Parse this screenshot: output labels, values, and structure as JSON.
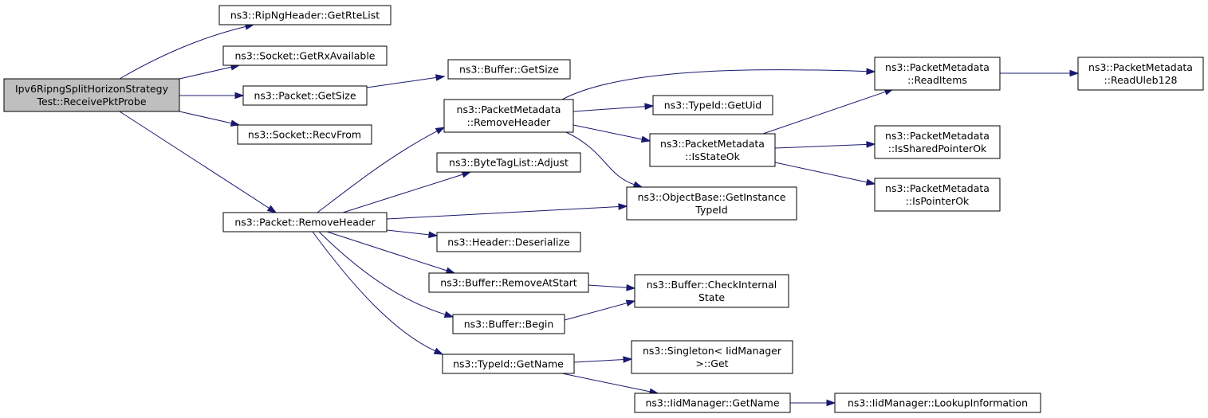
{
  "diagram": {
    "nodes": [
      {
        "id": "root",
        "lines": [
          "Ipv6RipngSplitHorizonStrategy",
          "Test::ReceivePktProbe"
        ],
        "root": true
      },
      {
        "id": "getrtelist",
        "lines": [
          "ns3::RipNgHeader::GetRteList"
        ]
      },
      {
        "id": "getrxavail",
        "lines": [
          "ns3::Socket::GetRxAvailable"
        ]
      },
      {
        "id": "pktgetsize",
        "lines": [
          "ns3::Packet::GetSize"
        ]
      },
      {
        "id": "recvfrom",
        "lines": [
          "ns3::Socket::RecvFrom"
        ]
      },
      {
        "id": "pktremovehdr",
        "lines": [
          "ns3::Packet::RemoveHeader"
        ]
      },
      {
        "id": "bufgetsize",
        "lines": [
          "ns3::Buffer::GetSize"
        ]
      },
      {
        "id": "pmremovehdr",
        "lines": [
          "ns3::PacketMetadata",
          "::RemoveHeader"
        ]
      },
      {
        "id": "btladjust",
        "lines": [
          "ns3::ByteTagList::Adjust"
        ]
      },
      {
        "id": "getinsttype",
        "lines": [
          "ns3::ObjectBase::GetInstance",
          "TypeId"
        ]
      },
      {
        "id": "deserialize",
        "lines": [
          "ns3::Header::Deserialize"
        ]
      },
      {
        "id": "removeatstart",
        "lines": [
          "ns3::Buffer::RemoveAtStart"
        ]
      },
      {
        "id": "bufbegin",
        "lines": [
          "ns3::Buffer::Begin"
        ]
      },
      {
        "id": "typeidgetname",
        "lines": [
          "ns3::TypeId::GetName"
        ]
      },
      {
        "id": "readitems",
        "lines": [
          "ns3::PacketMetadata",
          "::ReadItems"
        ]
      },
      {
        "id": "readuleb",
        "lines": [
          "ns3::PacketMetadata",
          "::ReadUleb128"
        ]
      },
      {
        "id": "getuid",
        "lines": [
          "ns3::TypeId::GetUid"
        ]
      },
      {
        "id": "isstateok",
        "lines": [
          "ns3::PacketMetadata",
          "::IsStateOk"
        ]
      },
      {
        "id": "issharedptr",
        "lines": [
          "ns3::PacketMetadata",
          "::IsSharedPointerOk"
        ]
      },
      {
        "id": "isptrok",
        "lines": [
          "ns3::PacketMetadata",
          "::IsPointerOk"
        ]
      },
      {
        "id": "checkinternal",
        "lines": [
          "ns3::Buffer::CheckInternal",
          "State"
        ]
      },
      {
        "id": "singletonget",
        "lines": [
          "ns3::Singleton< IidManager",
          ">::Get"
        ]
      },
      {
        "id": "iidgetname",
        "lines": [
          "ns3::IidManager::GetName"
        ]
      },
      {
        "id": "lookupinfo",
        "lines": [
          "ns3::IidManager::LookupInformation"
        ]
      }
    ],
    "edges": [
      {
        "from": "root",
        "to": "getrtelist"
      },
      {
        "from": "root",
        "to": "getrxavail"
      },
      {
        "from": "root",
        "to": "pktgetsize"
      },
      {
        "from": "root",
        "to": "recvfrom"
      },
      {
        "from": "root",
        "to": "pktremovehdr"
      },
      {
        "from": "pktgetsize",
        "to": "bufgetsize"
      },
      {
        "from": "pktremovehdr",
        "to": "pmremovehdr"
      },
      {
        "from": "pktremovehdr",
        "to": "btladjust"
      },
      {
        "from": "pktremovehdr",
        "to": "getinsttype"
      },
      {
        "from": "pktremovehdr",
        "to": "deserialize"
      },
      {
        "from": "pktremovehdr",
        "to": "removeatstart"
      },
      {
        "from": "pktremovehdr",
        "to": "bufbegin"
      },
      {
        "from": "pktremovehdr",
        "to": "typeidgetname"
      },
      {
        "from": "pmremovehdr",
        "to": "readitems"
      },
      {
        "from": "pmremovehdr",
        "to": "getuid"
      },
      {
        "from": "pmremovehdr",
        "to": "isstateok"
      },
      {
        "from": "pmremovehdr",
        "to": "getinsttype"
      },
      {
        "from": "readitems",
        "to": "readuleb"
      },
      {
        "from": "isstateok",
        "to": "readitems"
      },
      {
        "from": "isstateok",
        "to": "issharedptr"
      },
      {
        "from": "isstateok",
        "to": "isptrok"
      },
      {
        "from": "removeatstart",
        "to": "checkinternal"
      },
      {
        "from": "bufbegin",
        "to": "checkinternal"
      },
      {
        "from": "typeidgetname",
        "to": "singletonget"
      },
      {
        "from": "typeidgetname",
        "to": "iidgetname"
      },
      {
        "from": "iidgetname",
        "to": "lookupinfo"
      }
    ]
  },
  "colors": {
    "edge": "#191970",
    "root_fill": "#bfbfbf",
    "node_fill": "#ffffff",
    "node_border": "#000000"
  }
}
